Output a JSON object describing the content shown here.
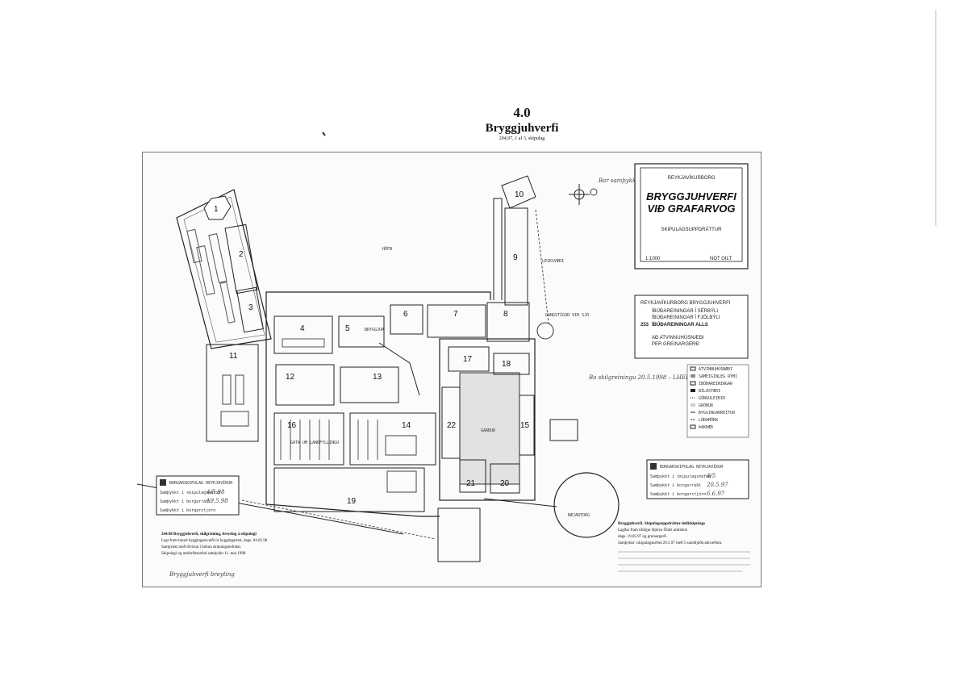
{
  "header": {
    "number": "4.0",
    "title": "Bryggjuhverfi",
    "reference": "204,97, 1 af 3, skipulag"
  },
  "title_block": {
    "authority": "REYKJAVÍKURBORG",
    "project_line1": "BRYGGJUHVERFI",
    "project_line2": "VIÐ GRAFARVOG",
    "subtitle": "SKIPULAGSUPPDRÁTTUR",
    "scale": "1:1000",
    "stamp": "NOT GILT"
  },
  "summary": {
    "heading": "REYKJAVÍKURBORG BRYGGJUHVERFI",
    "row1": "ÍBÚÐAREININGAR Í SÉRBÝLI",
    "row2": "ÍBÚÐAREININGAR Í FJÖLBÝLI",
    "total_value": "253",
    "total_label": "ÍBÚÐAREININGAR ALLS",
    "note1": "AÐ ATVINNUHÚSNÆÐI",
    "note2": "PER GREINARGERÐ"
  },
  "legend": [
    "ATVINNUHÚSNÆÐI",
    "SAMEIGINLEG RÝMI",
    "ÍBÚÐAREININGAR",
    "BÍLASTÆÐI",
    "GÖNGULEIÐIR",
    "GRÓÐUR",
    "BYGGINGARREITUR",
    "LÓÐAMÖRK",
    "ÞAKHÆÐ"
  ],
  "map_labels": {
    "hopn": "HÖFN",
    "bryggjur": "BRYGGJUR",
    "gardur": "GARÐUR",
    "baejartorg": "BÆJARTORG",
    "leiksvaedi": "LEIKSVÆÐI",
    "gotuheiti_a": "GATA UM LANDFYLLINGU",
    "gotuheiti_b": "GANGSTÍGUR VIÐ SJÓ"
  },
  "lots": [
    "1",
    "2",
    "3",
    "4",
    "5",
    "6",
    "7",
    "8",
    "9",
    "10",
    "11",
    "12",
    "13",
    "14",
    "15",
    "16",
    "17",
    "18",
    "19",
    "20",
    "21",
    "22"
  ],
  "stamp_left": {
    "org": "BORGARSKIPULAG REYKJAVÍKUR",
    "row1_label": "Samþykkt í skipulagsnefnd",
    "row1_value": "4/5.98",
    "row2_label": "Samþykkt í borgarráði",
    "row2_value": "19.5.98",
    "row3_label": "Samþykkt í borgarstjórn"
  },
  "stamp_right": {
    "org": "BORGARSKIPULAG REYKJAVÍKUR",
    "row1_label": "Samþykkt í skipulagsnefnd",
    "row1_value": "4/5",
    "row2_label": "Samþykkt í borgarráði",
    "row2_value": "20.5.97",
    "row3_label": "Samþykkt í borgarstjórn",
    "row3_value": "6.6.97"
  },
  "note_left": {
    "line1": "244.98  Bryggjuhverfi, skilgreining, breyting á skipulagi",
    "line2": "Lagt fram breytt byggingarsvæði úr byggingarreit, dags. 04.05.98",
    "line3": "Samþykkt með tilvísun í bókun skipulagsnefndar.",
    "line4": "Skipulagi og umferðarnefnd samþykkt 11. mai 1998"
  },
  "note_right": {
    "line1": "Bryggjuhverfi. Skipulagsuppdráttur deiliskipulags",
    "line2": "Lagðar fram tillögur Björns Ólafs arkitekts",
    "line3": "dags. 19.05.97 og greinargerð.",
    "line4": "Samþykkt í skipulagsnefnd 20.5.97 með 5 samhljóða atkvæðum."
  },
  "handwritten": {
    "left": "Bryggjuhverfi breyting",
    "center": "Bo skilgreiningu 20.5.1998 – LHED",
    "margin": "Bar samþykkt"
  }
}
